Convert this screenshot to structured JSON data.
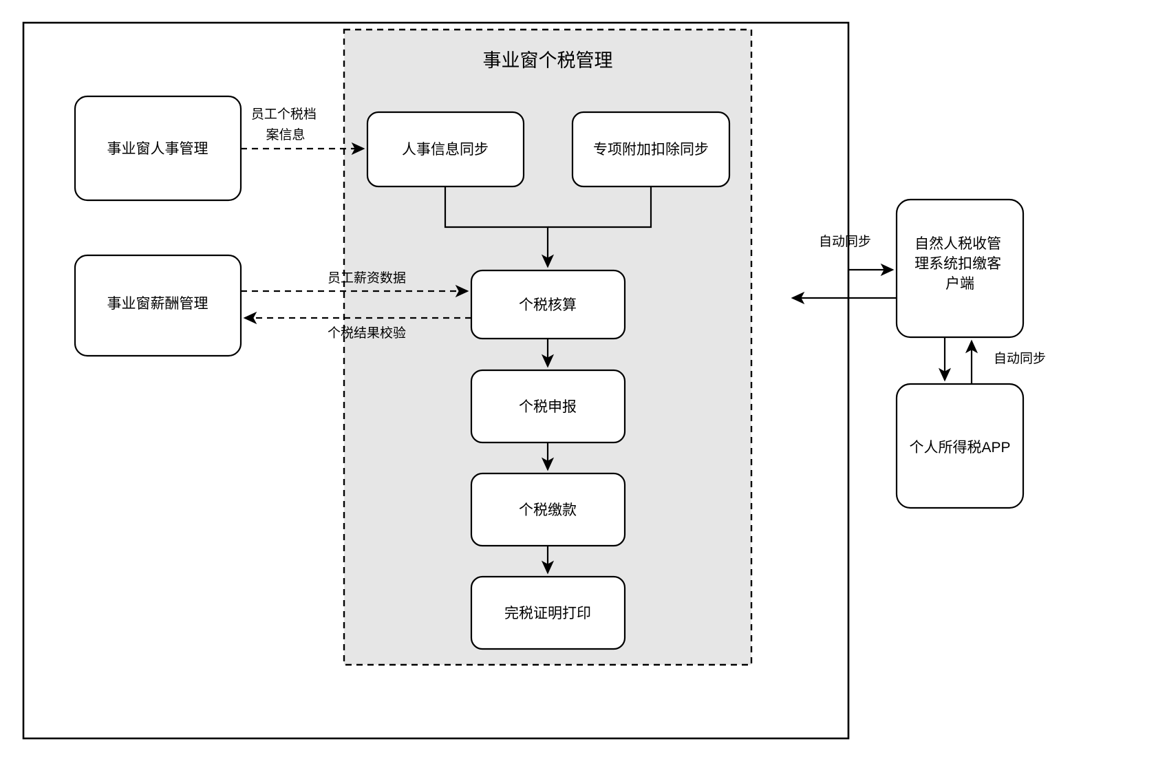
{
  "diagram": {
    "title": "事业窗个税管理",
    "group_label": "事业窗个税管理",
    "colors": {
      "group_fill": "#e6e6e6",
      "box_fill": "#ffffff",
      "stroke": "#000000",
      "canvas": "#ffffff"
    }
  },
  "external_systems": {
    "hr": "事业窗人事管理",
    "payroll": "事业窗薪酬管理",
    "tax_client": "自然人税收管理系统扣缴客户端",
    "tax_app": "个人所得税APP"
  },
  "group_nodes": {
    "sync_hr": "人事信息同步",
    "sync_deduction": "专项附加扣除同步",
    "calc": "个税核算",
    "declare": "个税申报",
    "pay": "个税缴款",
    "print": "完税证明打印"
  },
  "edge_labels": {
    "hr_to_sync_line1": "员工个税档",
    "hr_to_sync_line2": "案信息",
    "payroll_to_calc": "员工薪资数据",
    "calc_to_payroll": "个税结果校验",
    "calc_to_client": "自动同步",
    "client_to_app": "自动同步"
  },
  "icons": {
    "arrow_head": "arrowhead-icon"
  }
}
